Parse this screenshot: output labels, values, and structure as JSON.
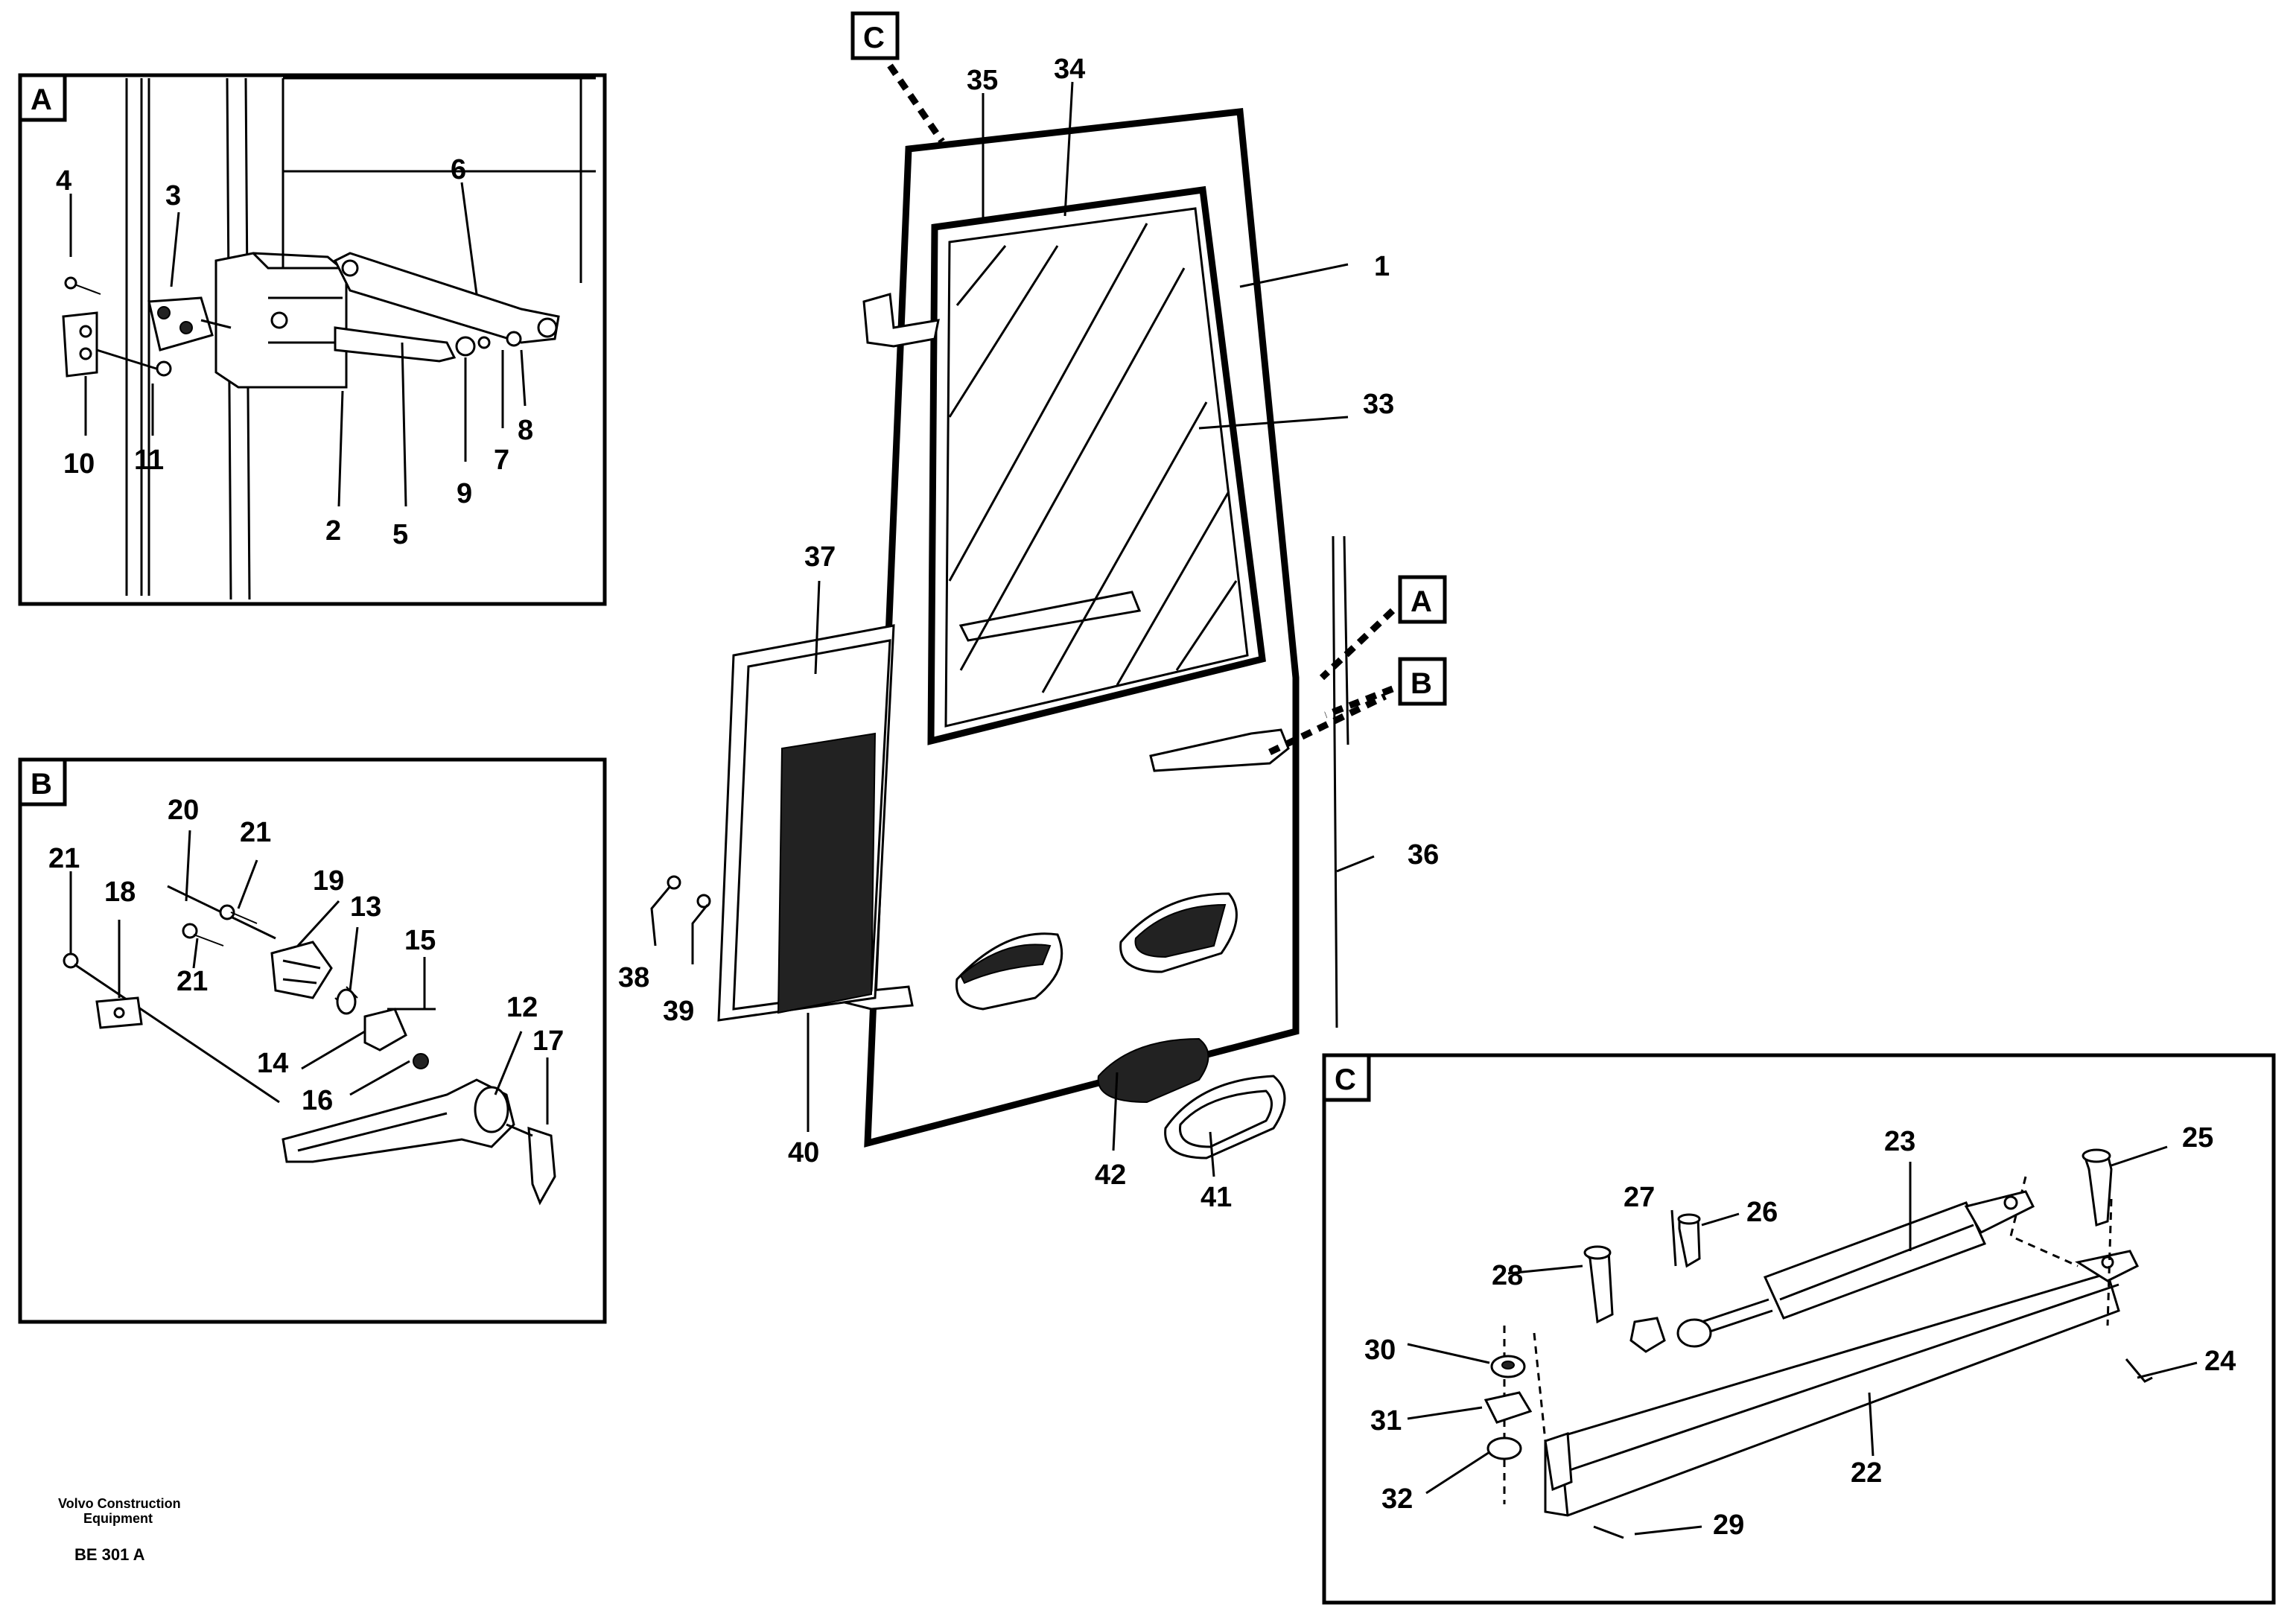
{
  "panels": {
    "A": {
      "label": "A",
      "callouts": [
        "4",
        "3",
        "6",
        "10",
        "11",
        "2",
        "5",
        "9",
        "7",
        "8"
      ]
    },
    "B": {
      "label": "B",
      "callouts": [
        "20",
        "21",
        "19",
        "13",
        "15",
        "21",
        "18",
        "21",
        "12",
        "17",
        "14",
        "16"
      ]
    },
    "C": {
      "label": "C",
      "callouts": [
        "23",
        "25",
        "27",
        "26",
        "28",
        "30",
        "24",
        "31",
        "22",
        "32",
        "29"
      ]
    }
  },
  "main": {
    "ref_boxes": [
      "C",
      "A",
      "B"
    ],
    "callouts": [
      "35",
      "34",
      "1",
      "33",
      "37",
      "36",
      "38",
      "39",
      "40",
      "42",
      "41"
    ]
  },
  "footer": {
    "company_line1": "Volvo Construction",
    "company_line2": "Equipment",
    "drawing_code": "BE 301 A"
  }
}
